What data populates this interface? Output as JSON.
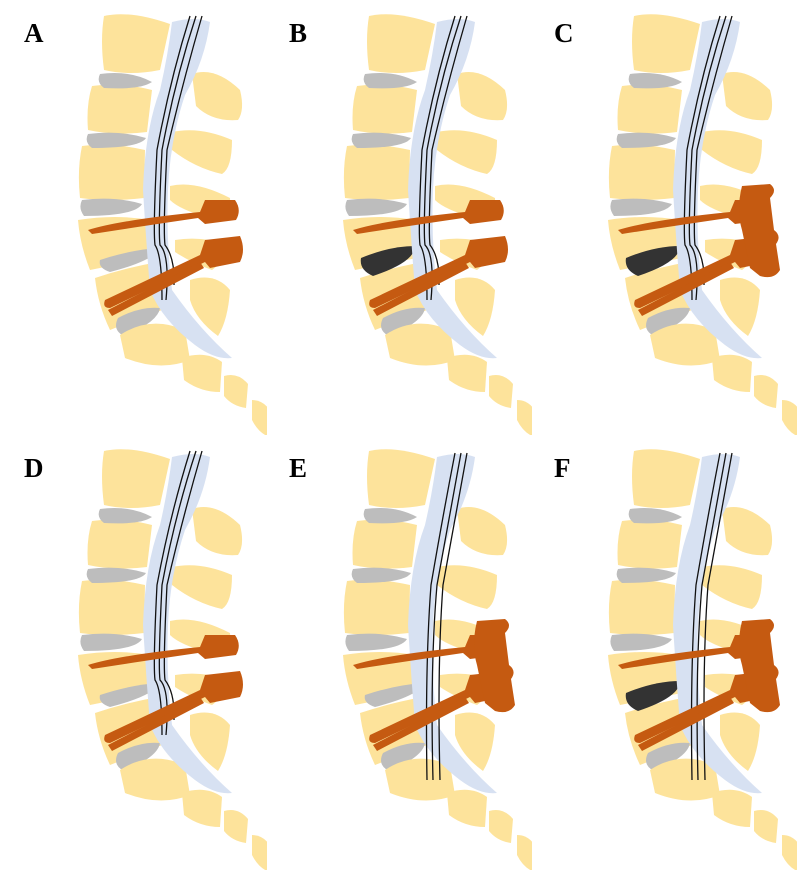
{
  "colors": {
    "bone": "#fde39b",
    "disc": "#bdbdbd",
    "canal": "#d7e1f2",
    "screw": "#c55a11",
    "nerve": "#111111",
    "lesion": "#333333"
  },
  "panels": [
    {
      "label": "A",
      "dark_disc": false,
      "connector": false,
      "decompressed": false
    },
    {
      "label": "B",
      "dark_disc": true,
      "connector": false,
      "decompressed": false
    },
    {
      "label": "C",
      "dark_disc": true,
      "connector": true,
      "decompressed": false
    },
    {
      "label": "D",
      "dark_disc": false,
      "connector": false,
      "decompressed": false
    },
    {
      "label": "E",
      "dark_disc": false,
      "connector": true,
      "decompressed": true
    },
    {
      "label": "F",
      "dark_disc": true,
      "connector": true,
      "decompressed": true
    }
  ]
}
